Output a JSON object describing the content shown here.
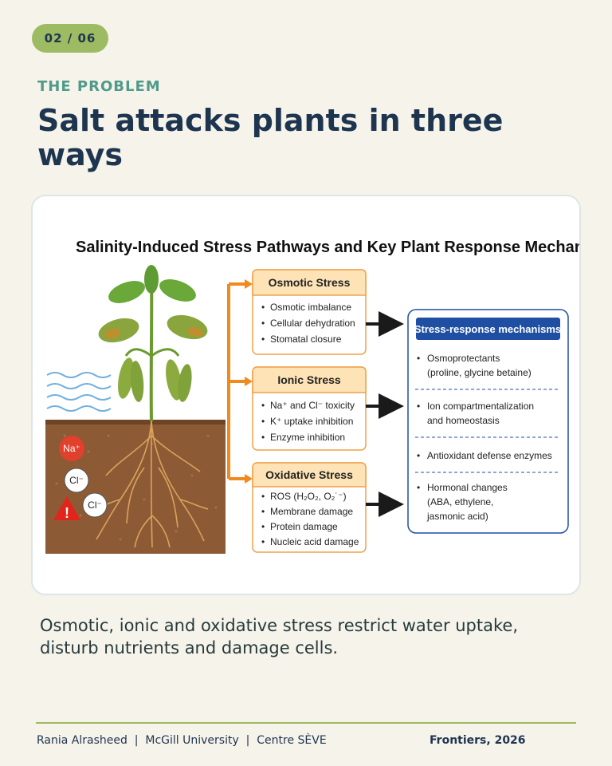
{
  "slide": {
    "counter": "02 / 06",
    "eyebrow": "THE PROBLEM",
    "title": "Salt attacks plants in three ways",
    "caption": "Osmotic, ionic and oxidative stress restrict water uptake, disturb nutrients and damage cells."
  },
  "diagram": {
    "title": "Salinity-Induced Stress Pathways and Key Plant Response Mechanisms",
    "ions": {
      "sodium": "Na⁺",
      "chloride_1": "Cl⁻",
      "chloride_2": "Cl⁻",
      "warning": "!"
    },
    "stress_boxes": [
      {
        "heading": "Osmotic Stress",
        "items": [
          "Osmotic imbalance",
          "Cellular dehydration",
          "Stomatal closure"
        ]
      },
      {
        "heading": "Ionic Stress",
        "items": [
          "Na⁺ and Cl⁻ toxicity",
          "K⁺ uptake inhibition",
          "Enzyme inhibition"
        ]
      },
      {
        "heading": "Oxidative Stress",
        "items": [
          "ROS (H₂O₂, O₂˙⁻)",
          "Membrane damage",
          "Protein damage",
          "Nucleic acid damage"
        ]
      }
    ],
    "mechanisms": {
      "heading": "Stress-response mechanisms",
      "items": [
        {
          "line1": "Osmoprotectants",
          "line2": "(proline, glycine betaine)",
          "line3": ""
        },
        {
          "line1": "Ion compartmentalization",
          "line2": "and homeostasis",
          "line3": ""
        },
        {
          "line1": "Antioxidant defense enzymes",
          "line2": "",
          "line3": ""
        },
        {
          "line1": "Hormonal changes",
          "line2": "(ABA, ethylene,",
          "line3": "jasmonic acid)"
        }
      ]
    },
    "colors": {
      "accent_orange": "#f08a1c",
      "box_fill": "#fde3b6",
      "mech_blue": "#1f4fa3",
      "soil": "#8d5a36"
    }
  },
  "footer": {
    "left": "Rania Alrasheed  |  McGill University  |  Centre SÈVE",
    "right": "Frontiers, 2026"
  }
}
